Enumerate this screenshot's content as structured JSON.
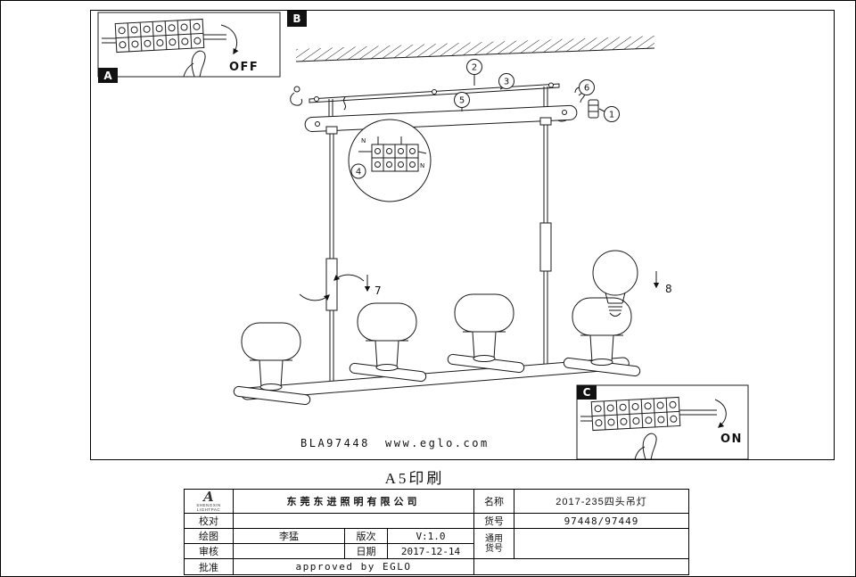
{
  "page": {
    "print_note": "A5印刷"
  },
  "drawing": {
    "section_labels": {
      "a": "A",
      "b": "B",
      "c": "C"
    },
    "switch_labels": {
      "off": "OFF",
      "on": "ON"
    },
    "terminal_labels": {
      "n_left": "N",
      "n_right": "N"
    },
    "callouts": {
      "c1": "1",
      "c2": "2",
      "c3": "3",
      "c4": "4",
      "c5": "5",
      "c6": "6",
      "c7": "7",
      "c8": "8"
    },
    "footer": {
      "model": "BLA97448",
      "website": "www.eglo.com"
    }
  },
  "titleblock": {
    "logo_mark": "A",
    "logo_caption": "SHENGXIN LIGHTPAC",
    "company": "东莞东进照明有限公司",
    "name_label": "名称",
    "name_value": "2017-235四头吊灯",
    "item_label": "货号",
    "item_value": "97448/97449",
    "common_label_line1": "通用",
    "common_label_line2": "货号",
    "proofread_label": "校对",
    "drawn_label": "绘图",
    "drawn_value": "李猛",
    "review_label": "审核",
    "approve_label": "批准",
    "version_label": "版次",
    "version_value": "V:1.0",
    "date_label": "日期",
    "date_value": "2017-12-14",
    "approved_by": "approved by EGLO"
  }
}
